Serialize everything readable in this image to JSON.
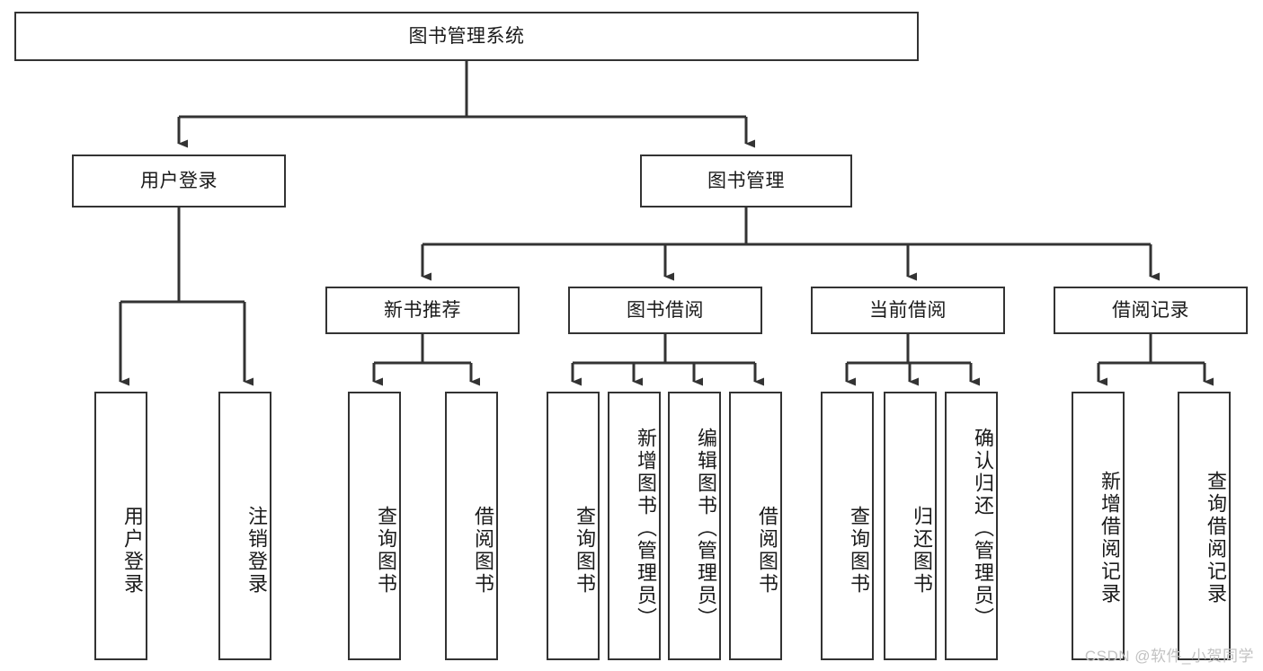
{
  "diagram": {
    "title": "图书管理系统",
    "type": "functional-structure-tree",
    "orientation": "top-down",
    "accent_color": "#333333",
    "background_color": "#ffffff",
    "text_color": "#1a1a1a",
    "watermark": "CSDN @软件_小贺同学",
    "watermark_color": "#c2c2c2",
    "levels": [
      {
        "level": 1,
        "nodes": [
          {
            "id": "root",
            "label": "图书管理系统",
            "orientation": "horizontal"
          }
        ]
      },
      {
        "level": 2,
        "nodes": [
          {
            "id": "user-login",
            "label": "用户登录",
            "orientation": "horizontal",
            "parent": "root"
          },
          {
            "id": "book-manage",
            "label": "图书管理",
            "orientation": "horizontal",
            "parent": "root"
          }
        ]
      },
      {
        "level": 3,
        "nodes": [
          {
            "id": "new-book-rec",
            "label": "新书推荐",
            "orientation": "horizontal",
            "parent": "book-manage"
          },
          {
            "id": "book-borrow",
            "label": "图书借阅",
            "orientation": "horizontal",
            "parent": "book-manage"
          },
          {
            "id": "current-borrow",
            "label": "当前借阅",
            "orientation": "horizontal",
            "parent": "book-manage"
          },
          {
            "id": "borrow-record",
            "label": "借阅记录",
            "orientation": "horizontal",
            "parent": "book-manage"
          }
        ]
      },
      {
        "level": 4,
        "nodes": [
          {
            "id": "leaf-user-login",
            "label": "用户登录",
            "orientation": "vertical",
            "parent": "user-login"
          },
          {
            "id": "leaf-logout",
            "label": "注销登录",
            "orientation": "vertical",
            "parent": "user-login"
          },
          {
            "id": "leaf-query-book-1",
            "label": "查询图书",
            "orientation": "vertical",
            "parent": "new-book-rec"
          },
          {
            "id": "leaf-borrow-book-1",
            "label": "借阅图书",
            "orientation": "vertical",
            "parent": "new-book-rec"
          },
          {
            "id": "leaf-query-book-2",
            "label": "查询图书",
            "orientation": "vertical",
            "parent": "book-borrow"
          },
          {
            "id": "leaf-add-book",
            "label": "新增图书（管理员）",
            "orientation": "vertical",
            "parent": "book-borrow"
          },
          {
            "id": "leaf-edit-book",
            "label": "编辑图书（管理员）",
            "orientation": "vertical",
            "parent": "book-borrow"
          },
          {
            "id": "leaf-borrow-book-2",
            "label": "借阅图书",
            "orientation": "vertical",
            "parent": "book-borrow"
          },
          {
            "id": "leaf-query-book-3",
            "label": "查询图书",
            "orientation": "vertical",
            "parent": "current-borrow"
          },
          {
            "id": "leaf-return-book",
            "label": "归还图书",
            "orientation": "vertical",
            "parent": "current-borrow"
          },
          {
            "id": "leaf-confirm-return",
            "label": "确认归还（管理员）",
            "orientation": "vertical",
            "parent": "current-borrow"
          },
          {
            "id": "leaf-add-record",
            "label": "新增借阅记录",
            "orientation": "vertical",
            "parent": "borrow-record"
          },
          {
            "id": "leaf-query-record",
            "label": "查询借阅记录",
            "orientation": "vertical",
            "parent": "borrow-record"
          }
        ]
      }
    ]
  }
}
